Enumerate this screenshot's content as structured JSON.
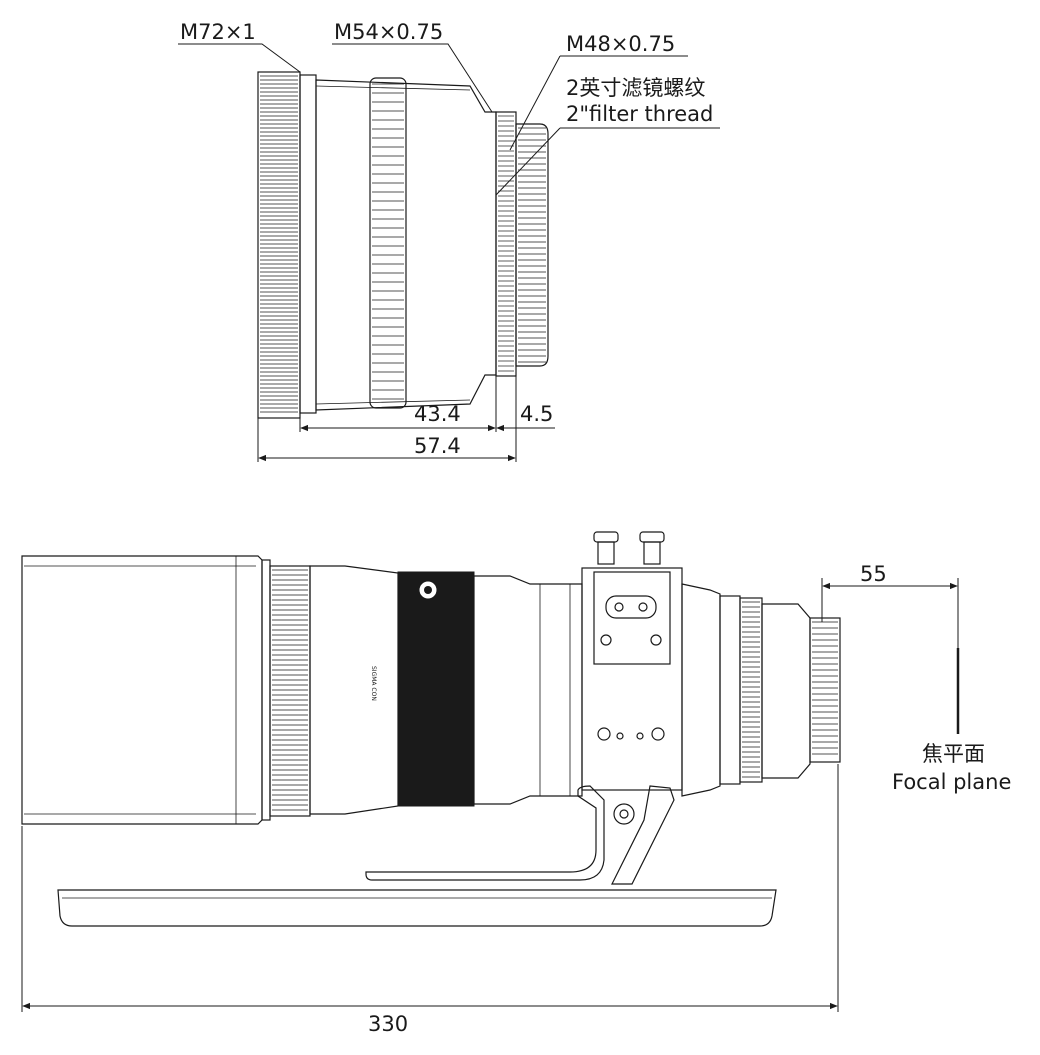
{
  "top_view": {
    "thread_m72": "M72×1",
    "thread_m54": "M54×0.75",
    "thread_m48": "M48×0.75",
    "filter_thread_cn": "2英寸滤镜螺纹",
    "filter_thread_en": "2\"filter thread",
    "dim_43_4": "43.4",
    "dim_4_5": "4.5",
    "dim_57_4": "57.4"
  },
  "side_view": {
    "dim_55": "55",
    "focal_plane_cn": "焦平面",
    "focal_plane_en": "Focal plane",
    "dim_330": "330",
    "lens_mark_text": "SIGMA CON"
  },
  "colors": {
    "ink": "#1a1a1a",
    "background": "#ffffff"
  }
}
